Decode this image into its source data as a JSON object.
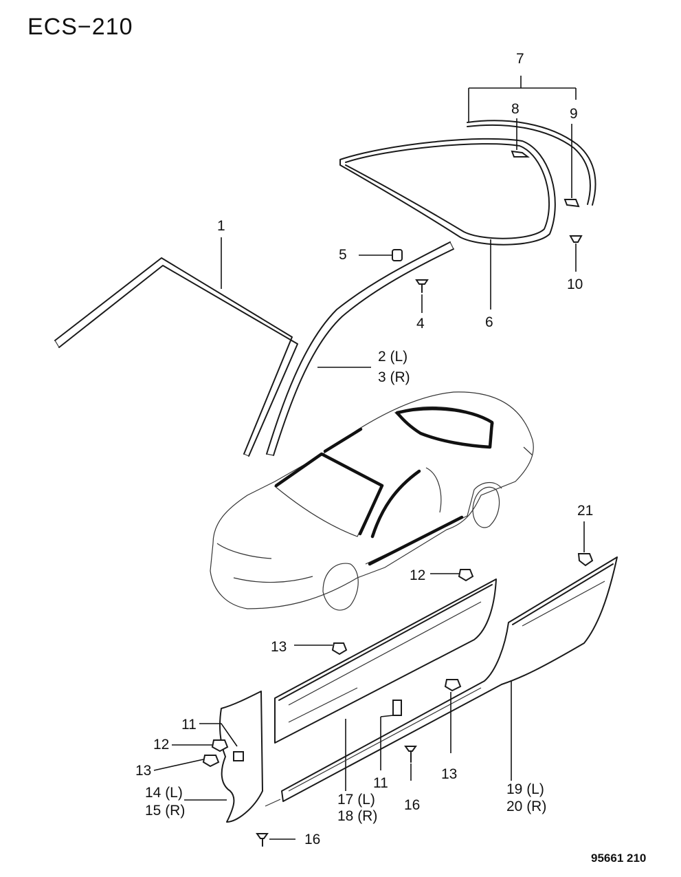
{
  "diagram_code": "ECS−210",
  "image_number": "95661 210",
  "callouts": {
    "c1": "1",
    "c2": "2 (L)",
    "c3": "3 (R)",
    "c4": "4",
    "c5": "5",
    "c6": "6",
    "c7": "7",
    "c8": "8",
    "c9": "9",
    "c10": "10",
    "c11a": "11",
    "c11b": "11",
    "c12a": "12",
    "c12b": "12",
    "c13a": "13",
    "c13b": "13",
    "c13c": "13",
    "c14": "14 (L)",
    "c15": "15 (R)",
    "c16a": "16",
    "c16b": "16",
    "c17": "17 (L)",
    "c18": "18 (R)",
    "c19": "19 (L)",
    "c20": "20 (R)",
    "c21": "21"
  }
}
